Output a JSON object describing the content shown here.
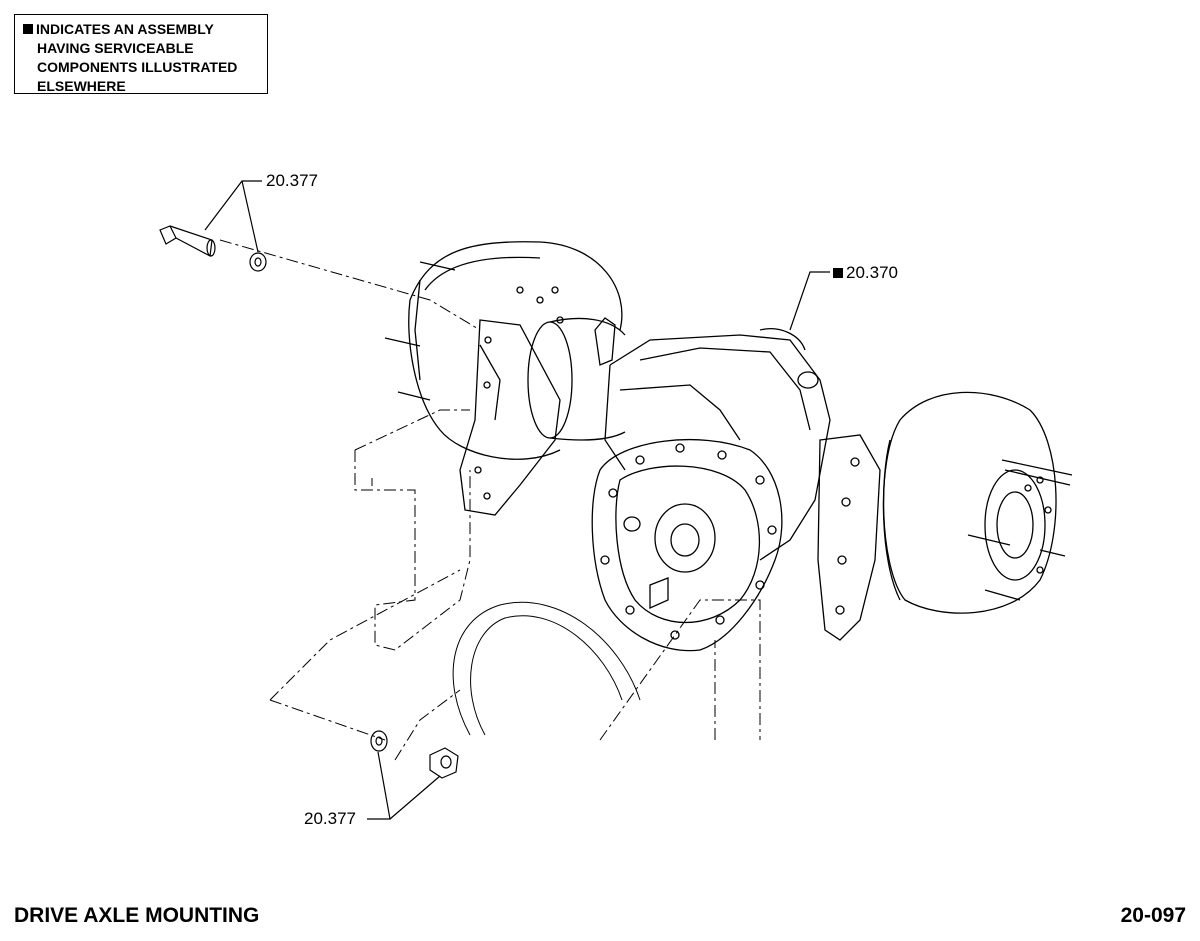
{
  "legend": {
    "line1": "INDICATES AN ASSEMBLY",
    "line2": "HAVING SERVICEABLE",
    "line3": "COMPONENTS ILLUSTRATED",
    "line4": "ELSEWHERE"
  },
  "callouts": {
    "bolt_washer": "20.377",
    "axle_assembly": "20.370",
    "washer_nut": "20.377"
  },
  "footer": {
    "title": "DRIVE AXLE MOUNTING",
    "page_number": "20-097"
  }
}
